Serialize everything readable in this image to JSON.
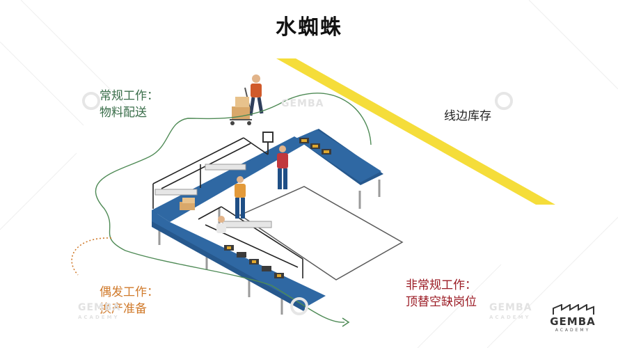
{
  "title": "水蜘蛛",
  "labels": {
    "routine_line1": "常规工作：",
    "routine_line2": "物料配送",
    "occasional_line1": "偶发工作：",
    "occasional_line2": "换产准备",
    "nonroutine_line1": "非常规工作：",
    "nonroutine_line2": "顶替空缺岗位",
    "lineside_inventory": "线边库存"
  },
  "logo": {
    "word": "GEMBA",
    "sub": "ACADEMY"
  },
  "watermark": {
    "word": "GEMBA",
    "sub": "ACADEMY"
  },
  "colors": {
    "routine_text": "#3a6e4a",
    "occasional_text": "#d07a2b",
    "nonroutine_text": "#9b1b24",
    "conveyor": "#2f68a3",
    "lineside_band": "#f5dd3a",
    "path_line": "#4e8a55",
    "dotted_path": "#d07a2b"
  }
}
